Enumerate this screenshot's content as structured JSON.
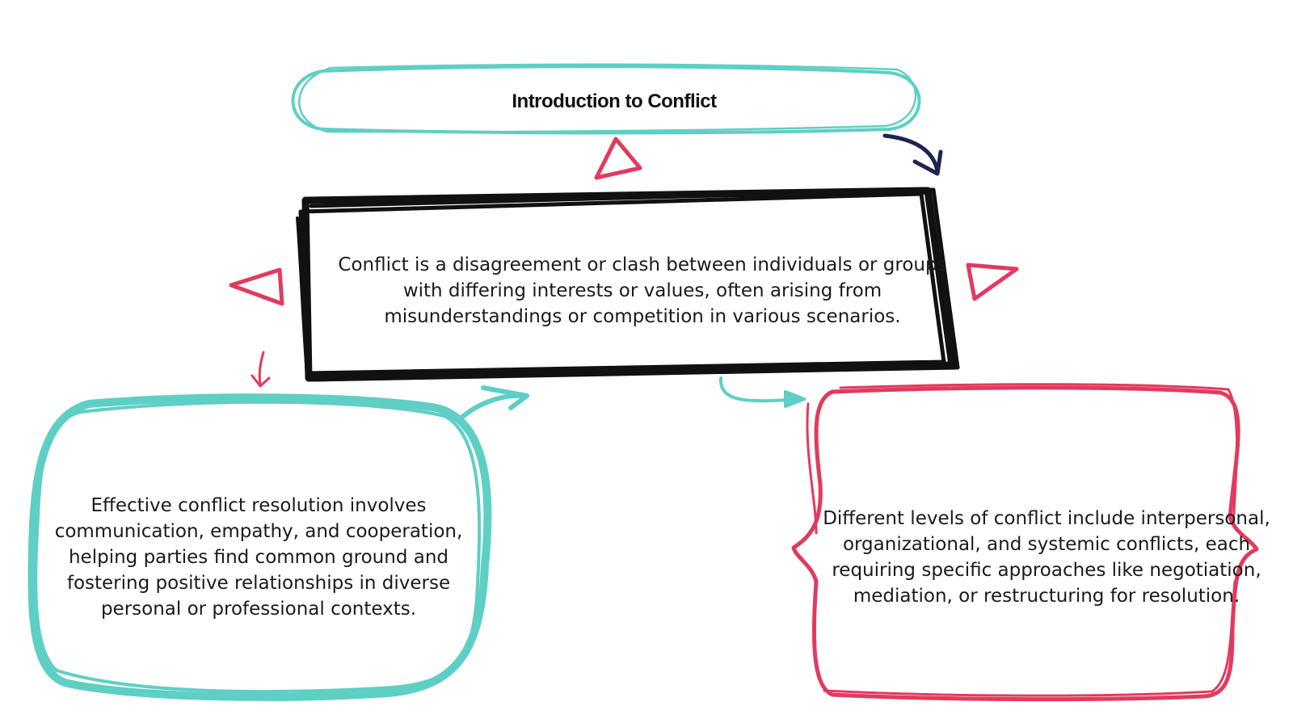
{
  "diagram": {
    "title": "Introduction to Conflict",
    "center": "Conflict is a disagreement or clash between individuals or groups with differing interests or values, often arising from misunderstandings or competition in various scenarios.",
    "left": "Effective conflict resolution involves communication, empathy, and cooperation, helping parties find common ground and fostering positive relationships in diverse personal or professional contexts.",
    "right": "Different levels of conflict include interpersonal, organizational, and systemic conflicts, each requiring specific approaches like negotiation, mediation, or restructuring for resolution."
  },
  "colors": {
    "teal": "#5ecfc4",
    "black": "#111111",
    "red": "#e23a5e",
    "navy": "#1e2550"
  }
}
